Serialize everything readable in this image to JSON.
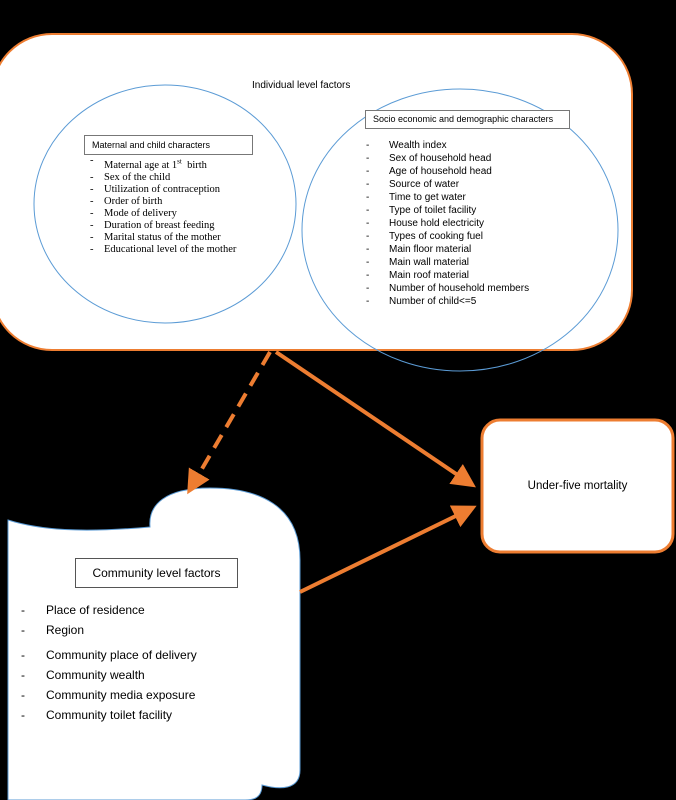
{
  "individual": {
    "title": "Individual level factors",
    "maternal": {
      "title": "Maternal and child characters",
      "items": [
        "Maternal age at 1st birth",
        "Sex of the child",
        "Utilization of contraception",
        "Order of birth",
        "Mode of delivery",
        "Duration of breast feeding",
        "Marital status of the mother",
        "Educational level of the mother"
      ]
    },
    "socio": {
      "title": "Socio economic and demographic characters",
      "items": [
        "Wealth index",
        "Sex of household head",
        "Age of household head",
        "Source of water",
        "Time to get water",
        "Type of toilet facility",
        "House hold electricity",
        "Types of cooking fuel",
        "Main floor material",
        "Main wall material",
        "Main roof material",
        "Number of household members",
        "Number of child<=5"
      ]
    }
  },
  "outcome": {
    "label": "Under-five mortality"
  },
  "community": {
    "title": "Community level factors",
    "items": [
      "Place of residence",
      "Region",
      "Community place of delivery",
      "Community wealth",
      "Community media exposure",
      "Community toilet facility"
    ]
  },
  "bullet": "-",
  "colors": {
    "background": "#000000",
    "border_orange": "#ED7D31",
    "circle_blue": "#5B9BD5"
  }
}
